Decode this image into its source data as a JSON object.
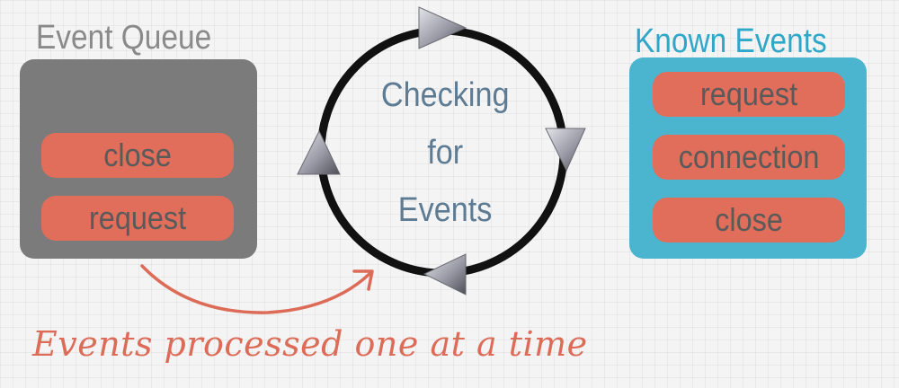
{
  "event_queue": {
    "title": "Event Queue",
    "items": [
      "close",
      "request"
    ],
    "panel_color": "#7b7b7b",
    "title_color": "#8a8a8a"
  },
  "loop": {
    "label_lines": [
      "Checking",
      "for",
      "Events"
    ],
    "label_color": "#5d7b93"
  },
  "known_events": {
    "title": "Known Events",
    "items": [
      "request",
      "connection",
      "close"
    ],
    "panel_color": "#4bb4cf",
    "title_color": "#2ea7c8"
  },
  "caption": {
    "text": "Events processed one at a time",
    "color": "#dc6b57"
  },
  "pill_color": "#e06e5b"
}
